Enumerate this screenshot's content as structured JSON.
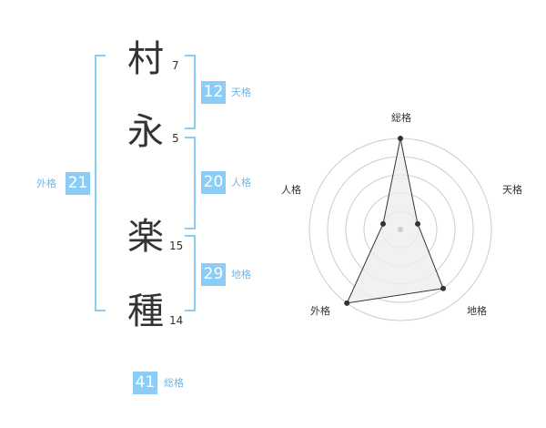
{
  "name_chars": [
    {
      "char": "村",
      "strokes": "7"
    },
    {
      "char": "永",
      "strokes": "5"
    },
    {
      "char": "楽",
      "strokes": "15"
    },
    {
      "char": "種",
      "strokes": "14"
    }
  ],
  "kaku": {
    "tenkaku": {
      "value": "12",
      "label": "天格"
    },
    "jinkaku": {
      "value": "20",
      "label": "人格"
    },
    "chikaku": {
      "value": "29",
      "label": "地格"
    },
    "gaikaku": {
      "value": "21",
      "label": "外格"
    },
    "soukaku": {
      "value": "41",
      "label": "総格"
    }
  },
  "radar": {
    "labels": {
      "top": "総格",
      "right": "天格",
      "bottom_right": "地格",
      "bottom_left": "外格",
      "left": "人格"
    },
    "levels": 5,
    "values": [
      5,
      1,
      4,
      5,
      1
    ],
    "colors": {
      "grid": "#cccccc",
      "fill": "#eeeeee",
      "stroke": "#333333",
      "dot": "#333333"
    }
  },
  "accent_color": "#8bcdf6"
}
